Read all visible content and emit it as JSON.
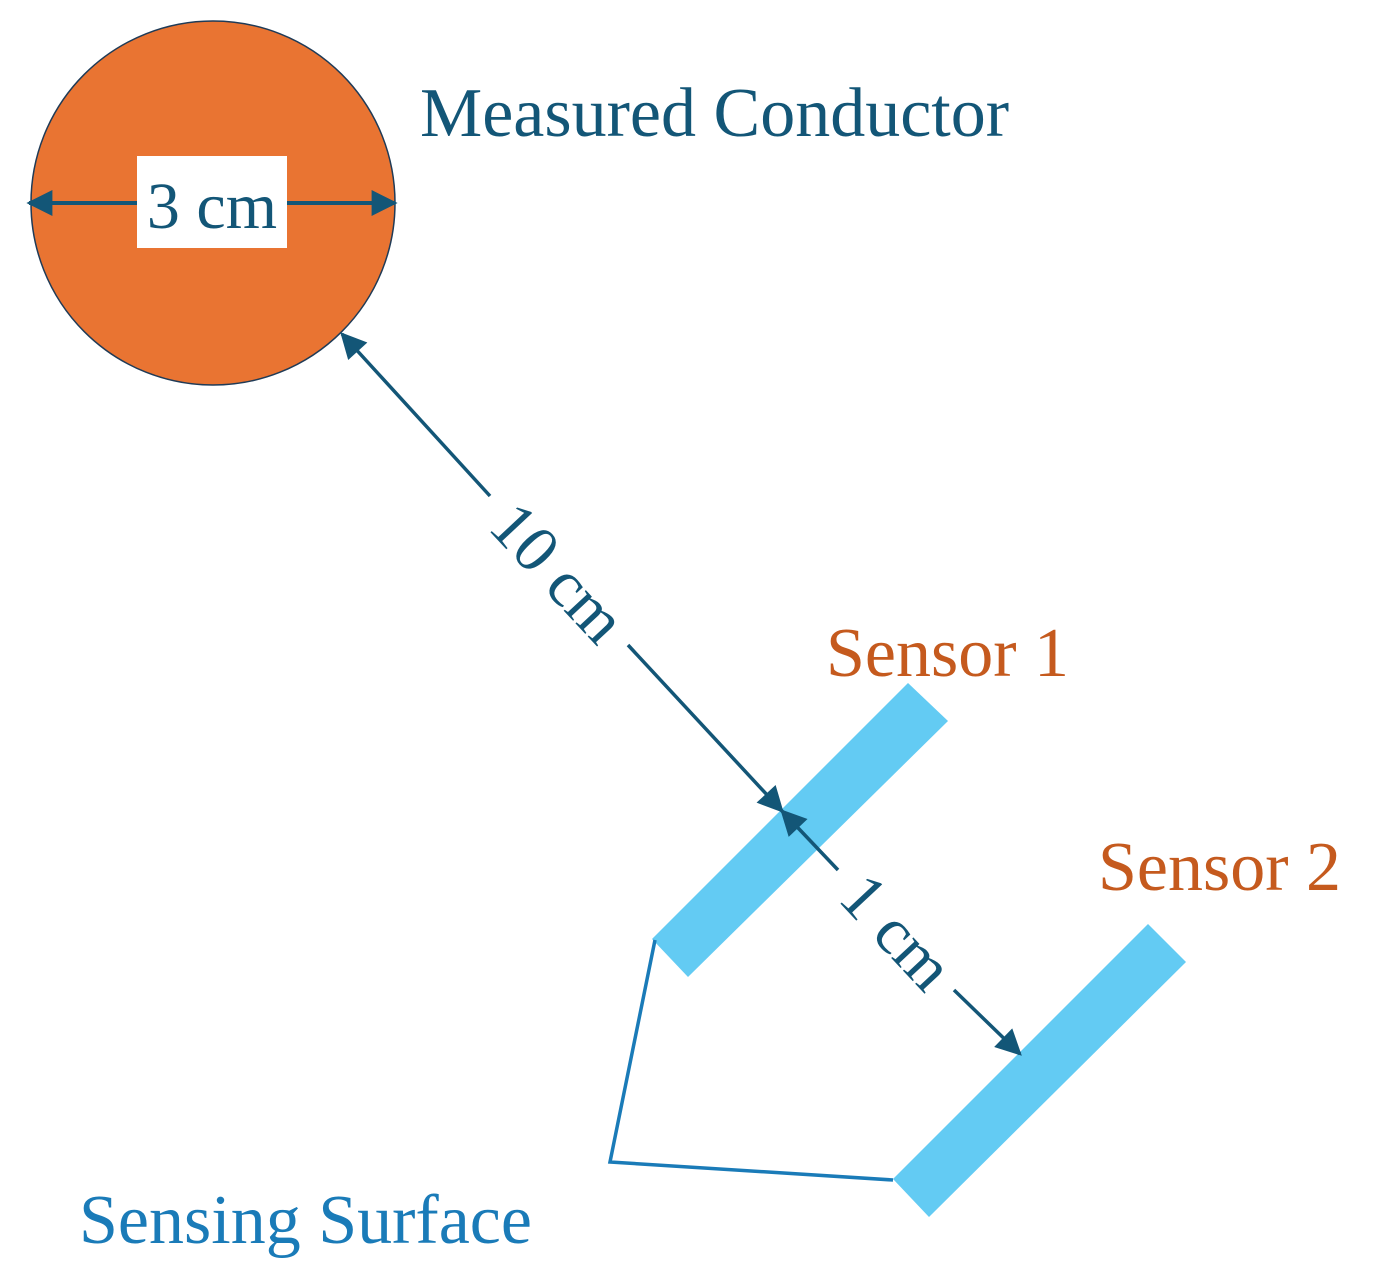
{
  "labels": {
    "conductor_title": "Measured Conductor",
    "diameter": "3 cm",
    "distance_main": "10 cm",
    "distance_sensors": "1 cm",
    "sensor1": "Sensor 1",
    "sensor2": "Sensor 2",
    "surface": "Sensing Surface"
  },
  "colors": {
    "conductor_fill": "#E97432",
    "conductor_stroke": "#1F3B57",
    "dark_blue": "#135677",
    "sensor_orange": "#C55A1E",
    "sensor_fill": "#63CBF3",
    "surface_blue": "#1A7BB8"
  }
}
